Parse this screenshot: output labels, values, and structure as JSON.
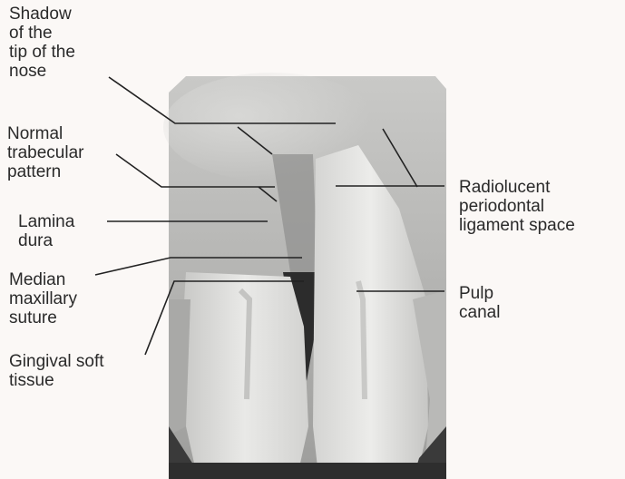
{
  "labels": {
    "shadow_nose": [
      "Shadow",
      "of the",
      "tip of the",
      "nose"
    ],
    "trabecular": [
      "Normal",
      "trabecular",
      "pattern"
    ],
    "lamina": [
      "Lamina",
      "dura"
    ],
    "median": [
      "Median",
      "maxillary",
      "suture"
    ],
    "gingival": [
      "Gingival soft",
      "tissue"
    ],
    "radiolucent": [
      "Radiolucent",
      "periodontal",
      "ligament space"
    ],
    "pulp": [
      "Pulp",
      "canal"
    ]
  },
  "colors": {
    "background": "#fbf8f6",
    "text": "#2a2a2a",
    "leader": "#222222"
  }
}
